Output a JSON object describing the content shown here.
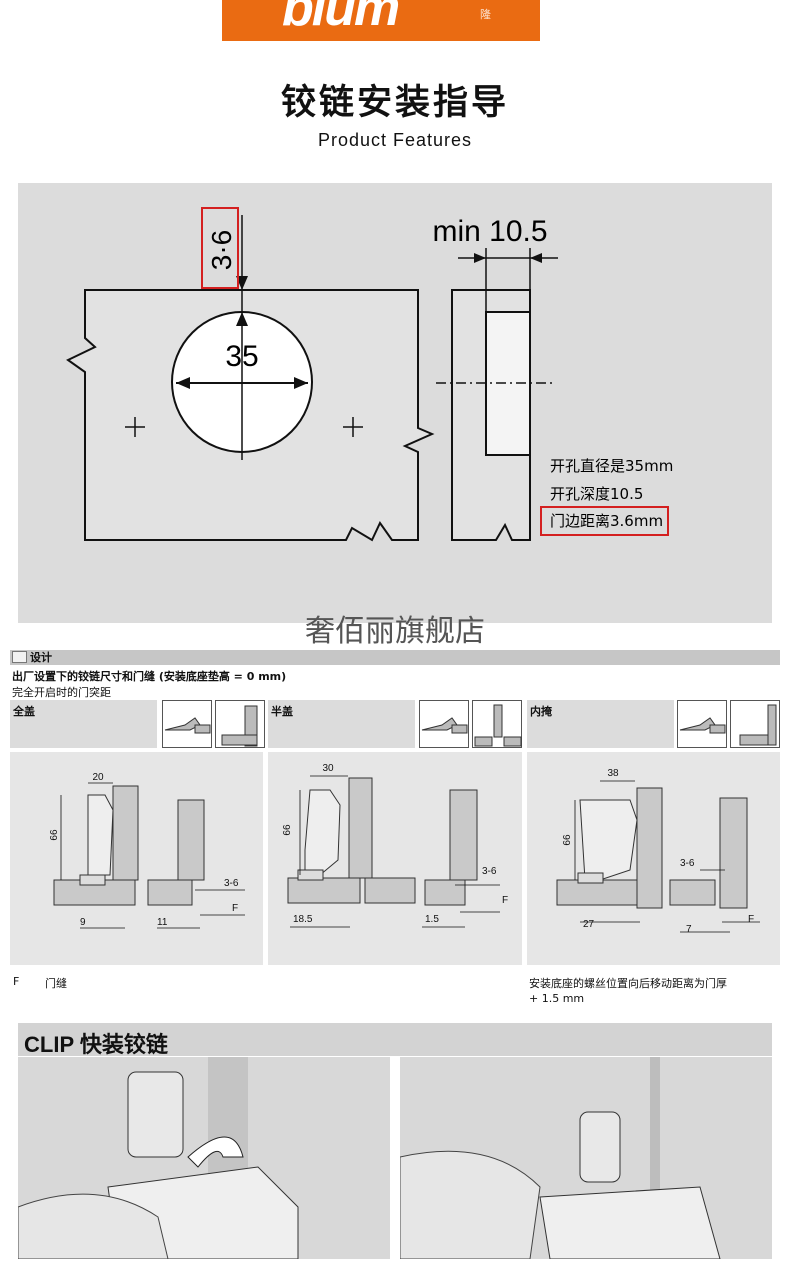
{
  "brand": {
    "logo_text": "blum",
    "logo_cn": "隆",
    "color": "#ea6b12"
  },
  "header": {
    "title": "铰链安装指导",
    "subtitle": "Product Features"
  },
  "top_diagram": {
    "edge_distance": "3·6",
    "hole_diameter": "35",
    "min_depth": "min 10.5",
    "notes": [
      "开孔直径是35mm",
      "开孔深度10.5",
      "门边距离3.6mm"
    ],
    "highlight_color": "#d42020"
  },
  "watermark": "奢佰丽旗舰店",
  "design": {
    "section_label": "设计",
    "heading": "出厂设置下的铰链尺寸和门缝 (安装底座垫高 = 0 mm)",
    "subheading": "完全开启时的门突距",
    "columns": [
      {
        "label": "全盖",
        "width": "20",
        "height": "66",
        "offset": "9",
        "gap_range": "3-6",
        "reveal": "11",
        "f": "F"
      },
      {
        "label": "半盖",
        "width": "30",
        "height": "66",
        "offset": "18.5",
        "gap_range": "3-6",
        "reveal": "1.5",
        "f": "F"
      },
      {
        "label": "内掩",
        "width": "38",
        "height": "66",
        "offset": "27",
        "gap_range": "3-6",
        "reveal": "7",
        "f": "F"
      }
    ],
    "legend_key": "F",
    "legend_value": "门缝",
    "inset_note": "安装底座的螺丝位置向后移动距离为门厚",
    "inset_note_2": "+ 1.5 mm"
  },
  "clip": {
    "title": "CLIP 快装铰链"
  }
}
